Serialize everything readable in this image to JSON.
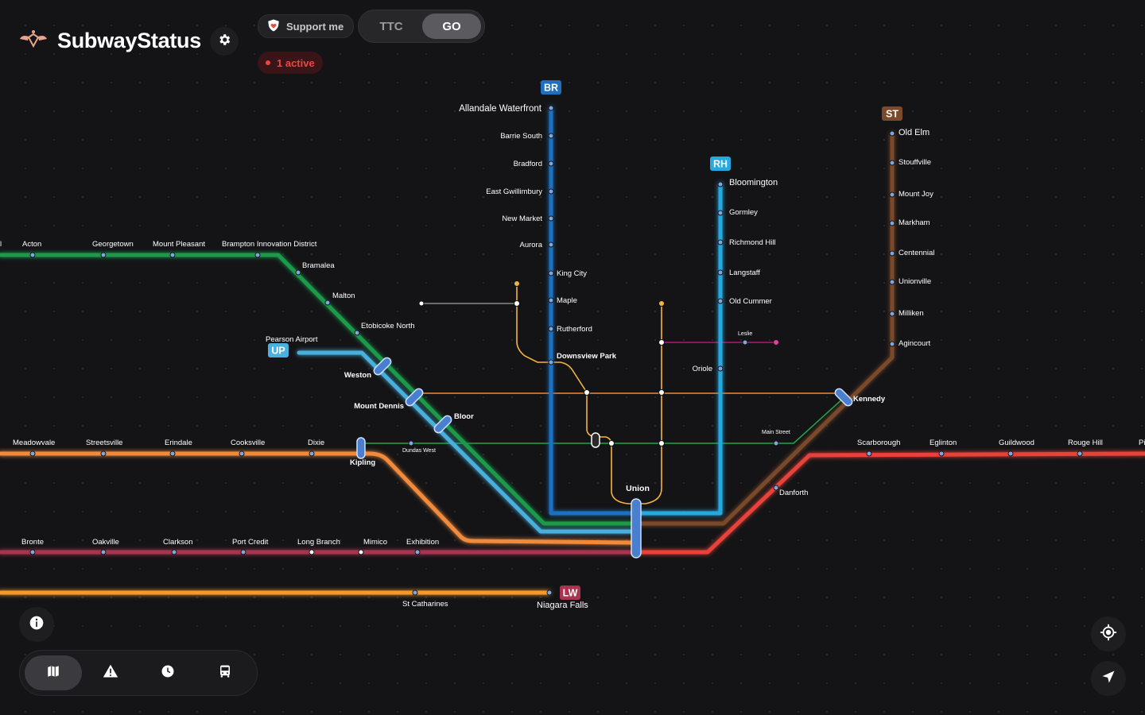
{
  "app": {
    "title": "SubwayStatus"
  },
  "header": {
    "support_label": "Support me",
    "modes": [
      "TTC",
      "GO"
    ],
    "active_mode": "GO",
    "active_alerts_label": "1 active"
  },
  "icons": {
    "logo": "winged-logo-icon",
    "settings": "gear-icon",
    "support": "shield-heart-icon",
    "info": "info-icon",
    "map": "map-icon",
    "alerts": "warning-icon",
    "history": "clock-icon",
    "bus": "bus-icon",
    "locate": "crosshair-icon",
    "navigate": "navigation-arrow-icon"
  },
  "bottom_nav": {
    "active": "map"
  },
  "colors": {
    "background": "#141416",
    "lakeshore_west": "#a8344f",
    "milton": "#f08a3c",
    "kitchener": "#1a9a4a",
    "barrie": "#1f6fbf",
    "richmond_hill": "#26a8e0",
    "stouffville": "#7a4a2a",
    "lakeshore_east": "#e8423b",
    "up_express": "#4ab0de",
    "niagara": "#f59a2a",
    "alert": "#ef4444"
  },
  "line_badges": [
    {
      "code": "BR",
      "color": "#1f6fbf"
    },
    {
      "code": "RH",
      "color": "#26a8e0"
    },
    {
      "code": "ST",
      "color": "#7a4a2a"
    },
    {
      "code": "UP",
      "color": "#4ab0de"
    },
    {
      "code": "LW",
      "color": "#a8344f"
    }
  ],
  "stations": {
    "barrie": [
      "Allandale Waterfront",
      "Barrie South",
      "Bradford",
      "East Gwillimbury",
      "New Market",
      "Aurora",
      "King City",
      "Maple",
      "Rutherford",
      "Downsview Park"
    ],
    "richmond_hill": [
      "Bloomington",
      "Gormley",
      "Richmond Hill",
      "Langstaff",
      "Old Cummer",
      "Oriole"
    ],
    "stouffville": [
      "Old Elm",
      "Stouffville",
      "Mount Joy",
      "Markham",
      "Centennial",
      "Unionville",
      "Milliken",
      "Agincourt",
      "Kennedy"
    ],
    "kitchener": [
      "Acton",
      "Georgetown",
      "Mount Pleasant",
      "Brampton Innovation District",
      "Bramalea",
      "Malton",
      "Etobicoke North",
      "Weston",
      "Mount Dennis",
      "Bloor"
    ],
    "up_express": [
      "Pearson Airport"
    ],
    "milton": [
      "Meadowvale",
      "Streetsville",
      "Erindale",
      "Cooksville",
      "Dixie",
      "Kipling"
    ],
    "lakeshore_west": [
      "Bronte",
      "Oakville",
      "Clarkson",
      "Port Credit",
      "Long Branch",
      "Mimico",
      "Exhibition"
    ],
    "lakeshore_east": [
      "Danforth",
      "Scarborough",
      "Eglinton",
      "Guildwood",
      "Rouge Hill",
      "Pi"
    ],
    "crosstown": [
      "Dundas West",
      "Main Street"
    ],
    "sheppard": [
      "Leslie"
    ],
    "union": "Union",
    "niagara": [
      "St Catharines",
      "Niagara Falls"
    ],
    "partial_left": "l"
  }
}
